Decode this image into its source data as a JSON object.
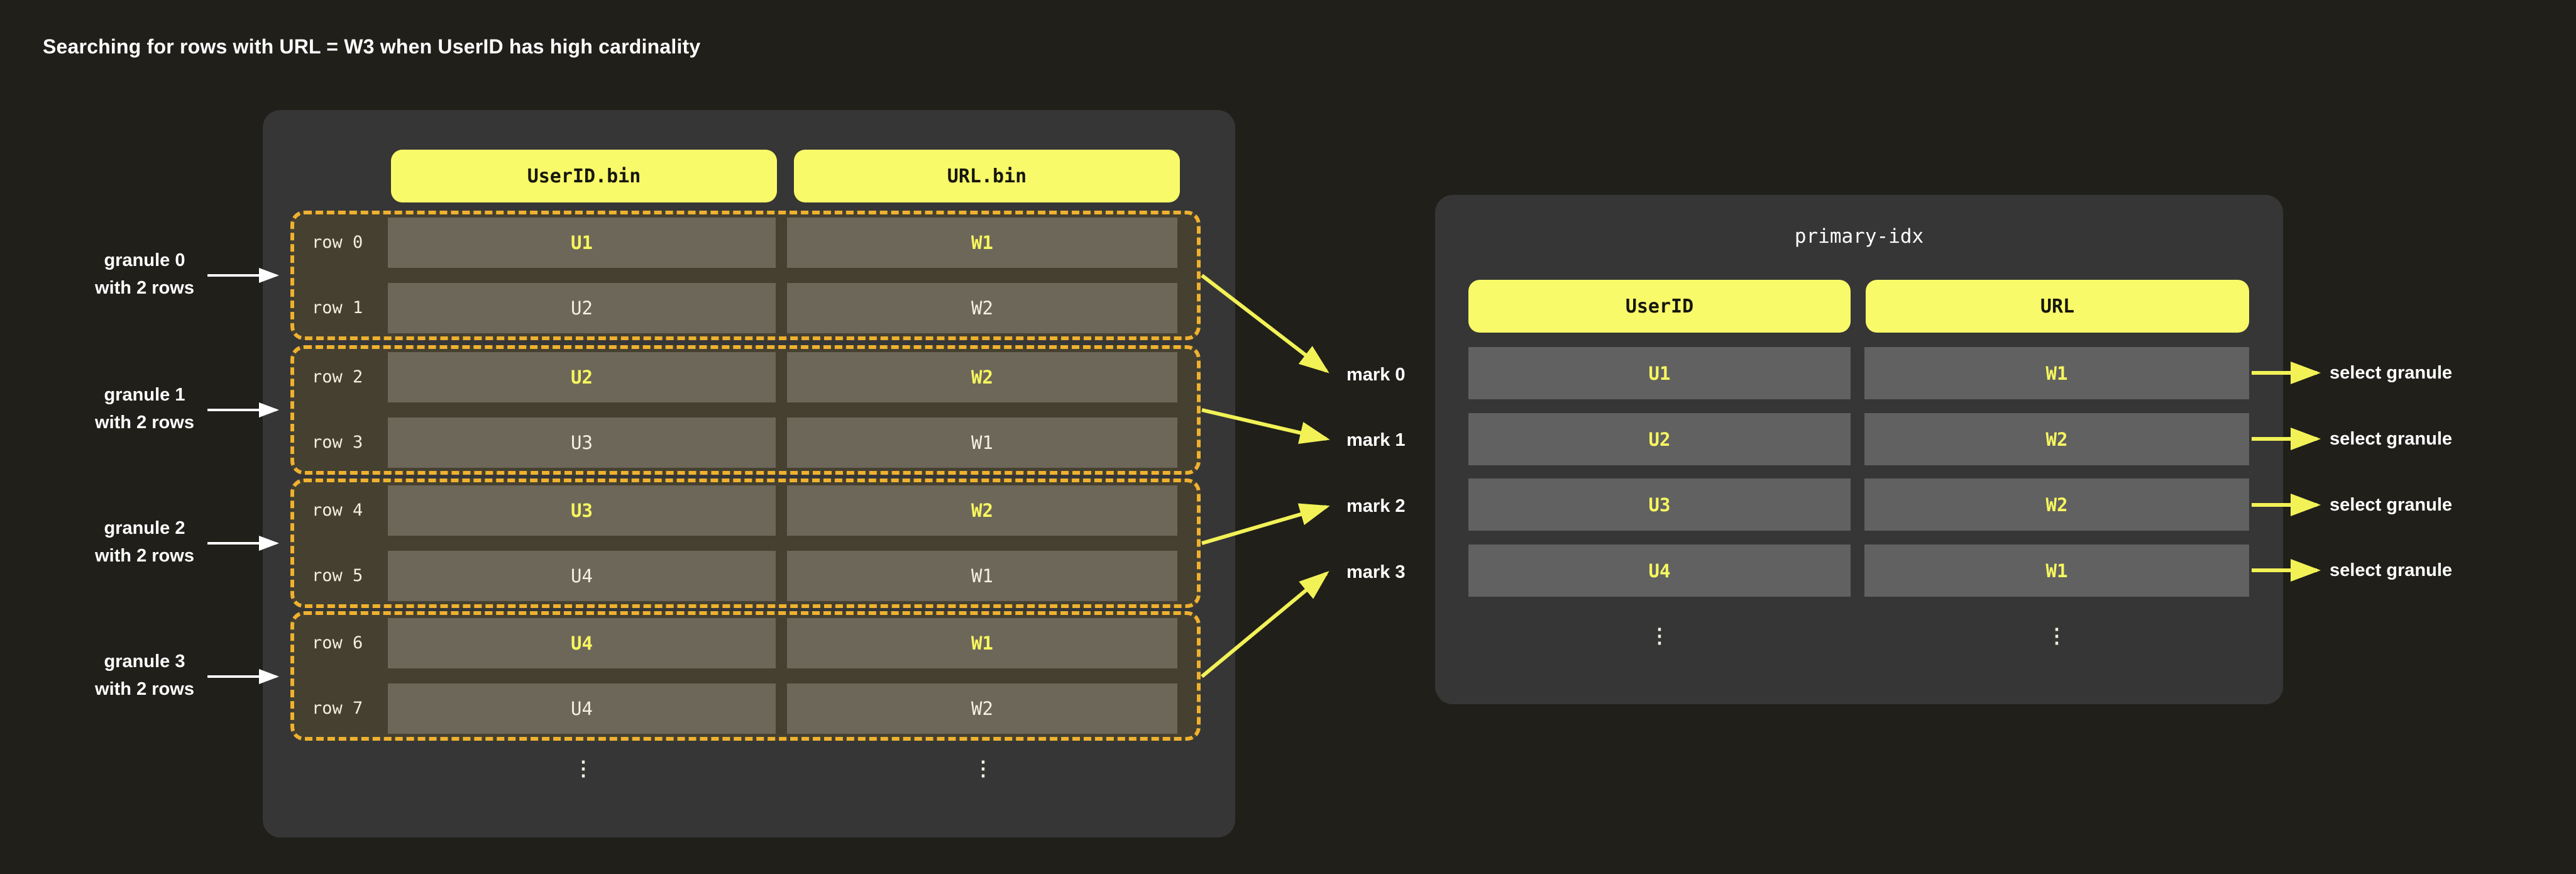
{
  "title": "Searching for rows with  URL = W3 when UserID has high cardinality",
  "left_table": {
    "column_headers": [
      "UserID.bin",
      "URL.bin"
    ],
    "ellipsis": "⋮",
    "granules": [
      {
        "label_line1": "granule 0",
        "label_line2": "with 2 rows",
        "mark": "mark 0",
        "rows": [
          {
            "row_label": "row 0",
            "user_id": "U1",
            "url": "W1",
            "highlight": true
          },
          {
            "row_label": "row 1",
            "user_id": "U2",
            "url": "W2",
            "highlight": false
          }
        ]
      },
      {
        "label_line1": "granule 1",
        "label_line2": "with 2 rows",
        "mark": "mark 1",
        "rows": [
          {
            "row_label": "row 2",
            "user_id": "U2",
            "url": "W2",
            "highlight": true
          },
          {
            "row_label": "row 3",
            "user_id": "U3",
            "url": "W1",
            "highlight": false
          }
        ]
      },
      {
        "label_line1": "granule 2",
        "label_line2": "with 2 rows",
        "mark": "mark 2",
        "rows": [
          {
            "row_label": "row 4",
            "user_id": "U3",
            "url": "W2",
            "highlight": true
          },
          {
            "row_label": "row 5",
            "user_id": "U4",
            "url": "W1",
            "highlight": false
          }
        ]
      },
      {
        "label_line1": "granule 3",
        "label_line2": "with 2 rows",
        "mark": "mark 3",
        "rows": [
          {
            "row_label": "row 6",
            "user_id": "U4",
            "url": "W1",
            "highlight": true
          },
          {
            "row_label": "row 7",
            "user_id": "U4",
            "url": "W2",
            "highlight": false
          }
        ]
      }
    ]
  },
  "primary_index": {
    "panel_title": "primary-idx",
    "column_headers": [
      "UserID",
      "URL"
    ],
    "rows": [
      {
        "user_id": "U1",
        "url": "W1"
      },
      {
        "user_id": "U2",
        "url": "W2"
      },
      {
        "user_id": "U3",
        "url": "W2"
      },
      {
        "user_id": "U4",
        "url": "W1"
      }
    ],
    "select_label": "select granule",
    "ellipsis": "⋮"
  },
  "colors": {
    "background": "#201f1a",
    "panel": "#363636",
    "button_yellow": "#f9fa69",
    "arrow_yellow": "#f2f257",
    "highlight_text": "#f7f75f",
    "dash_border": "#efb12f",
    "granule_fill": "#45402f",
    "left_cell": "#6d6759",
    "right_cell": "#616161",
    "cream_text": "#f4f0e2"
  }
}
